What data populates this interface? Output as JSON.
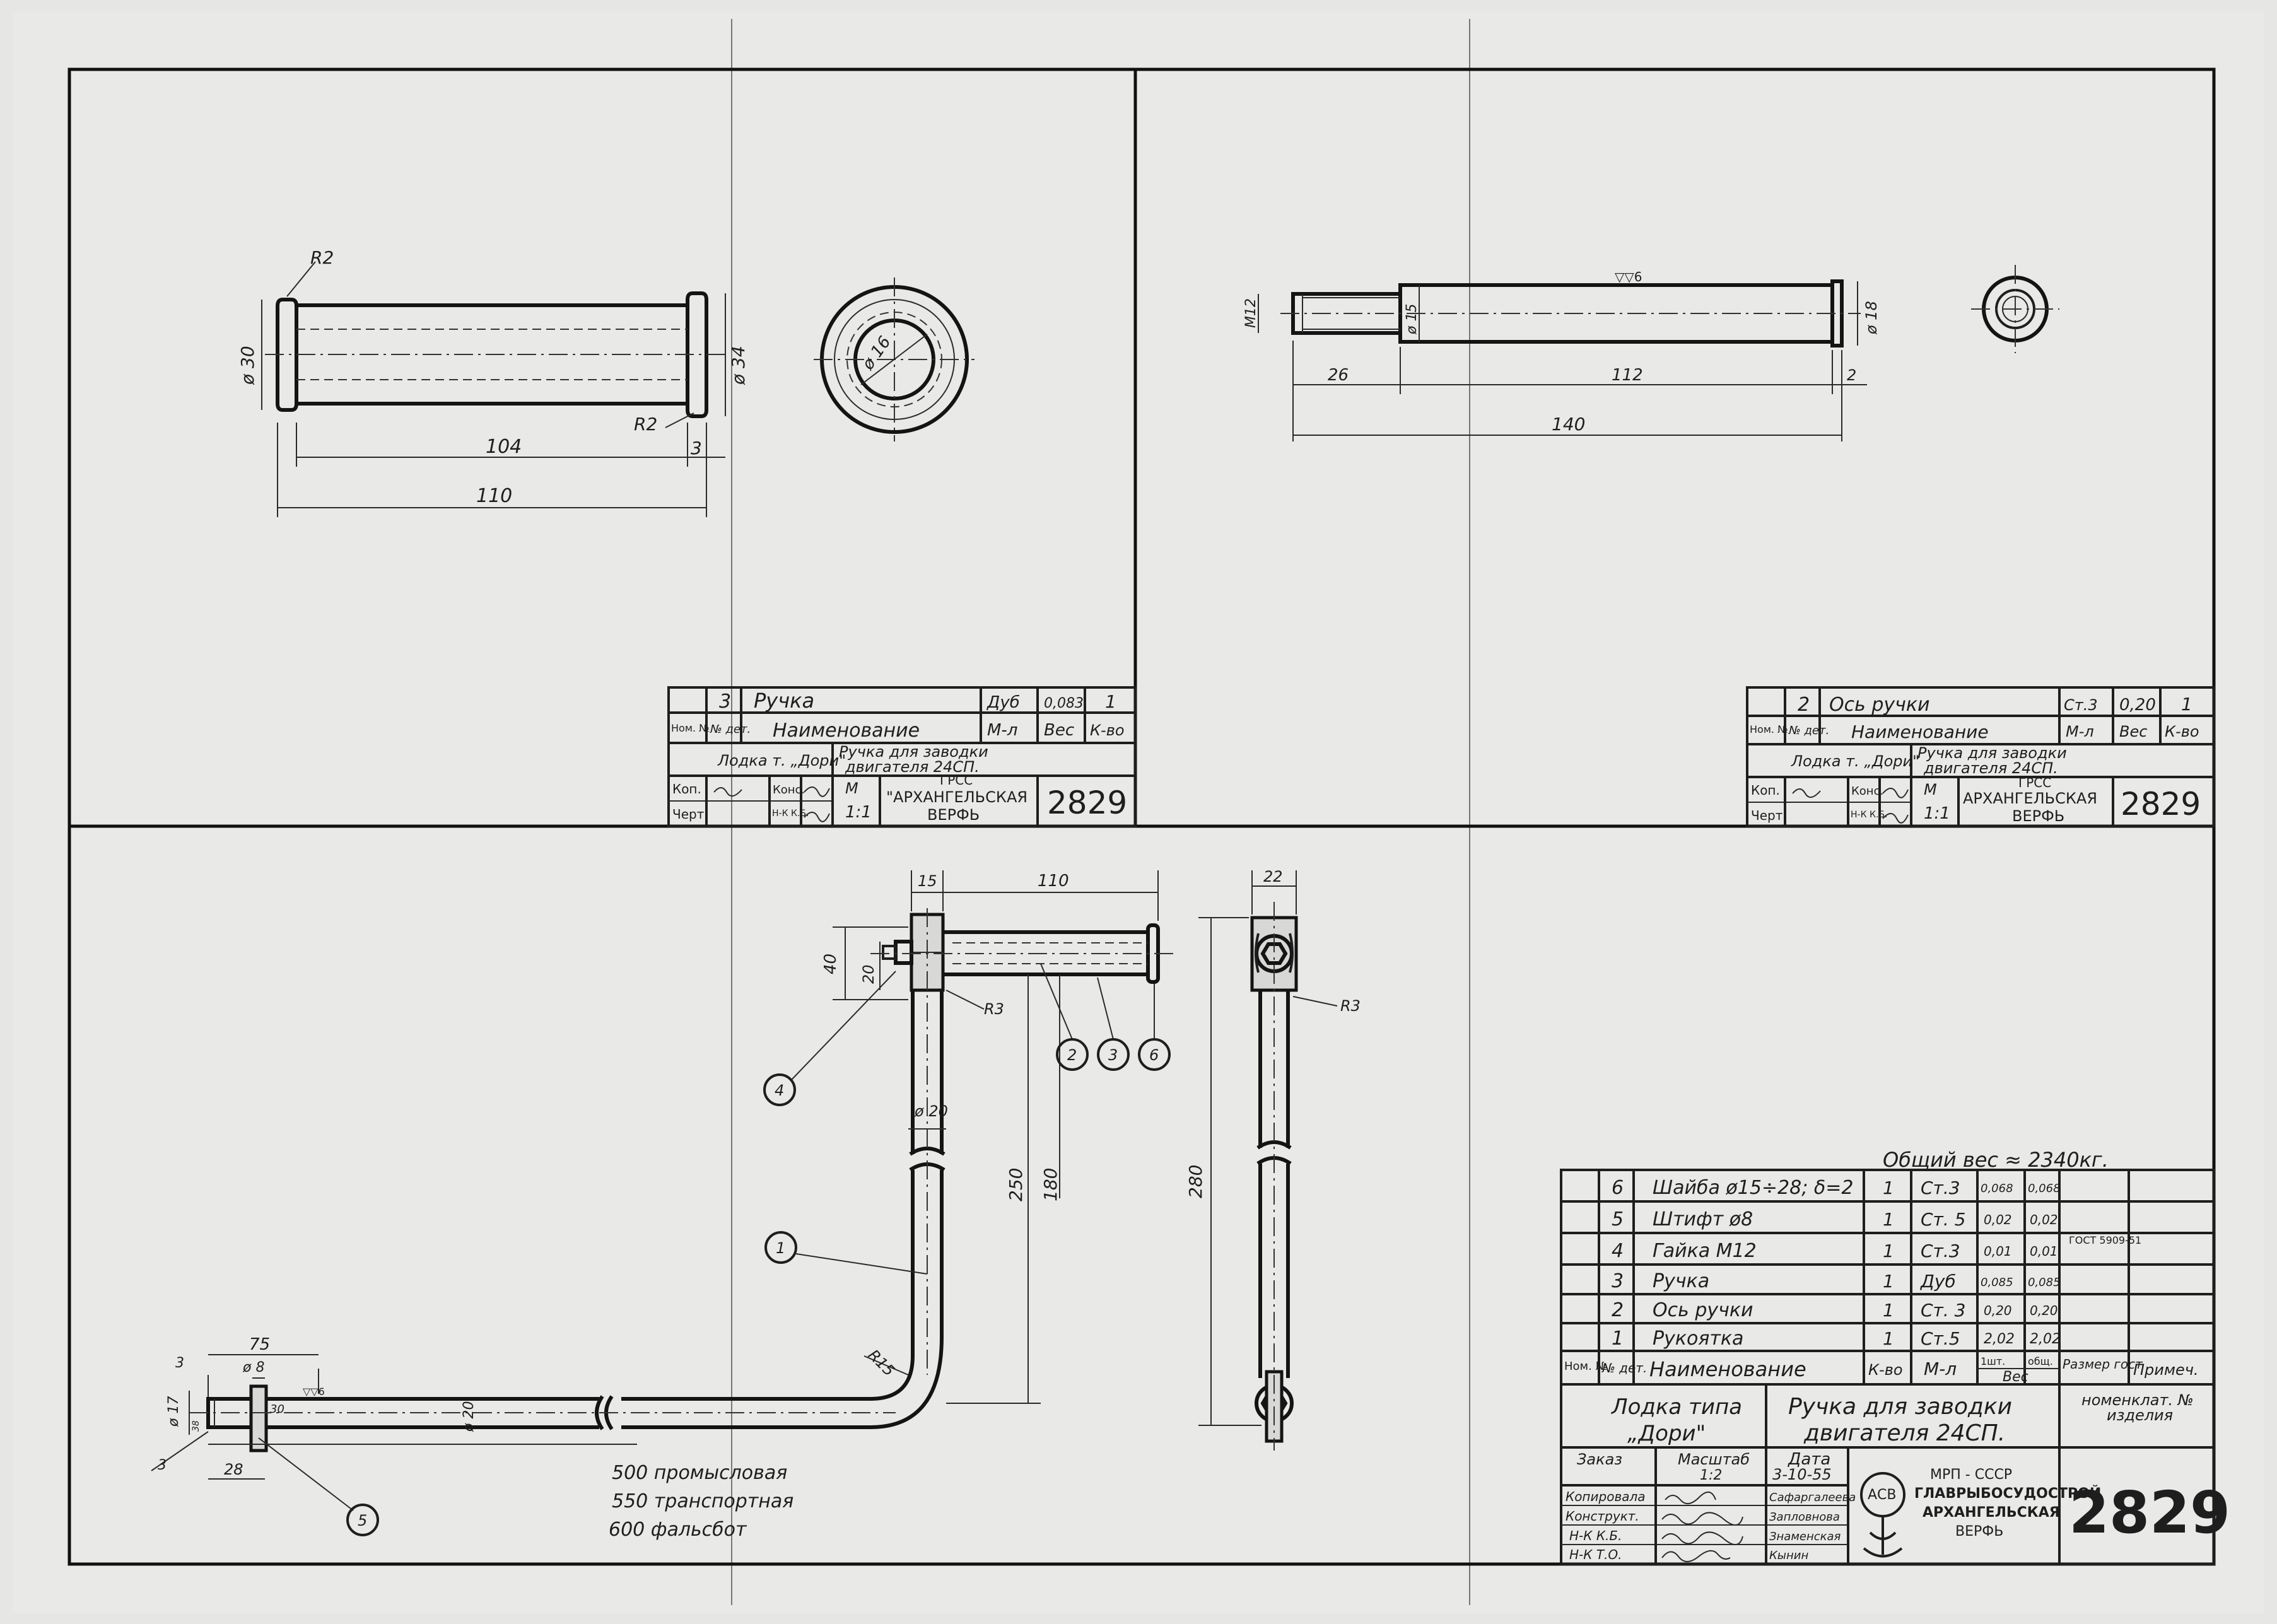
{
  "drawing_number": "2829",
  "part3": {
    "dims": {
      "d30": "ø 30",
      "d34": "ø 34",
      "r2a": "R2",
      "r2b": "R2",
      "l104": "104",
      "l3": "3",
      "l110": "110",
      "d16": "ø 16"
    },
    "title": {
      "pos": "3",
      "name": "Ручка",
      "material": "Дуб",
      "weight": "0,083",
      "qty": "1",
      "h_nom": "Ном. №",
      "h_det": "№ дет.",
      "h_name": "Наименование",
      "h_mat": "М-л",
      "h_wt": "Вес",
      "h_qty": "К-во",
      "boat": "Лодка т. „Дори\"",
      "item_line1": "Ручка для заводки",
      "item_line2": "двигателя 24СП.",
      "kop": "Коп.",
      "cherch": "Черт.",
      "kons": "Конс.",
      "nk": "Н-К К.Б.",
      "m": "М",
      "scale": "1:1",
      "org1": "ГРСС",
      "org2": "\"АРХАНГЕЛЬСКАЯ",
      "org3": "ВЕРФЬ",
      "number": "2829"
    }
  },
  "part2": {
    "dims": {
      "m12": "М12",
      "d15": "ø 15",
      "d18": "ø 18",
      "l26": "26",
      "l112": "112",
      "l2": "2",
      "l140": "140",
      "rough": "▽▽6"
    },
    "title": {
      "pos": "2",
      "name": "Ось ручки",
      "material": "Ст.3",
      "weight": "0,20",
      "qty": "1",
      "h_nom": "Ном. №",
      "h_det": "№ дет.",
      "h_name": "Наименование",
      "h_mat": "М-л",
      "h_wt": "Вес",
      "h_qty": "К-во",
      "boat": "Лодка т. „Дори\"",
      "item_line1": "Ручка для заводки",
      "item_line2": "двигателя 24СП.",
      "kop": "Коп.",
      "cherch": "Черт.",
      "kons": "Конс.",
      "nk": "Н-К К.Б.",
      "m": "М",
      "scale": "1:1",
      "org1": "ГРСС",
      "org2": "АРХАНГЕЛЬСКАЯ",
      "org3": "ВЕРФЬ",
      "number": "2829"
    }
  },
  "assembly": {
    "dims": {
      "l15": "15",
      "l110": "110",
      "l40": "40",
      "l20": "20",
      "r3": "R3",
      "d20": "ø 20",
      "l250": "250",
      "l180": "180",
      "r15": "R15",
      "l75": "75",
      "d8": "ø 8",
      "l3a": "3",
      "d17": "ø 17",
      "l30": "30",
      "l38": "38",
      "l28": "28",
      "l3b": "3",
      "l22": "22",
      "r3b": "R3",
      "l280": "280",
      "rough": "▽▽6"
    },
    "length_notes": [
      "500 промысловая",
      "550 транспортная",
      "600 фальсбот"
    ],
    "balloons": [
      "1",
      "2",
      "3",
      "4",
      "5",
      "6"
    ]
  },
  "main_title": {
    "total_weight": "Общий вес ≈ 2340кг.",
    "bom": [
      {
        "pos": "6",
        "name": "Шайба ø15÷28; δ=2",
        "qty": "1",
        "mat": "Ст.3",
        "w1": "0,068",
        "w2": "0,068",
        "std": ""
      },
      {
        "pos": "5",
        "name": "Штифт ø8",
        "qty": "1",
        "mat": "Ст. 5",
        "w1": "0,02",
        "w2": "0,02",
        "std": ""
      },
      {
        "pos": "4",
        "name": "Гайка   М12",
        "qty": "1",
        "mat": "Ст.3",
        "w1": "0,01",
        "w2": "0,01",
        "std": "ГОСТ 5909-51"
      },
      {
        "pos": "3",
        "name": "Ручка",
        "qty": "1",
        "mat": "Дуб",
        "w1": "0,085",
        "w2": "0,085",
        "std": ""
      },
      {
        "pos": "2",
        "name": "Ось ручки",
        "qty": "1",
        "mat": "Ст. 3",
        "w1": "0,20",
        "w2": "0,20",
        "std": ""
      },
      {
        "pos": "1",
        "name": "Рукоятка",
        "qty": "1",
        "mat": "Ст.5",
        "w1": "2,02",
        "w2": "2,02",
        "std": ""
      }
    ],
    "headers": {
      "nom": "Ном. №",
      "det": "№ дет.",
      "name": "Наименование",
      "qty": "К-во",
      "mat": "М-л",
      "w1": "1шт.",
      "w2": "общ.",
      "weight": "Вес",
      "size": "Размер гост",
      "note": "Примеч."
    },
    "boat_line1": "Лодка типа",
    "boat_line2": "„Дори\"",
    "item_line1": "Ручка для заводки",
    "item_line2": "двигателя 24СП.",
    "nomen_line1": "номенклат. №",
    "nomen_line2": "изделия",
    "order": "Заказ",
    "scale_label": "Масштаб",
    "scale": "1:2",
    "date_label": "Дата",
    "date": "3-10-55",
    "roles": [
      {
        "role": "Копировала",
        "name": "Сафаргалеева"
      },
      {
        "role": "Конструкт.",
        "name": "Запловнова"
      },
      {
        "role": "Н-К К.Б.",
        "name": "Знаменская"
      },
      {
        "role": "Н-К Т.О.",
        "name": "Кынин"
      }
    ],
    "org1": "МРП - СССР",
    "org2": "ГЛАВРЫБОСУДОСТРОЙ",
    "org3": "АРХАНГЕЛЬСКАЯ",
    "org4": "ВЕРФЬ",
    "logo": "АСВ",
    "number": "2829"
  }
}
